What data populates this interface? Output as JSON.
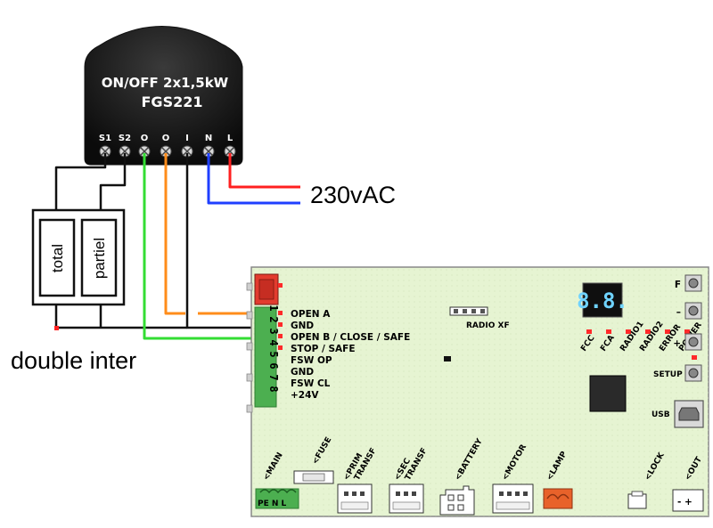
{
  "module": {
    "title": "ON/OFF 2x1,5kW",
    "model": "FGS221",
    "pins": [
      "S1",
      "S2",
      "O",
      "O",
      "I",
      "N",
      "L"
    ]
  },
  "supply_label": "230vAC",
  "switch": {
    "left_label": "total",
    "right_label": "partiel",
    "caption": "double inter"
  },
  "board": {
    "terminals": [
      {
        "num": "1",
        "label": "OPEN A"
      },
      {
        "num": "2",
        "label": "GND"
      },
      {
        "num": "3",
        "label": "OPEN B / CLOSE / SAFE"
      },
      {
        "num": "4",
        "label": "STOP / SAFE"
      },
      {
        "num": "5",
        "label": "FSW OP"
      },
      {
        "num": "6",
        "label": "GND"
      },
      {
        "num": "7",
        "label": "FSW CL"
      },
      {
        "num": "8",
        "label": "+24V"
      }
    ],
    "radio_label": "RADIO XF",
    "display_value": "8.8.",
    "status_leds": [
      "FCC",
      "FCA",
      "RADIO1",
      "RADIO2",
      "ERROR",
      "POWER"
    ],
    "buttons": [
      "F",
      "–",
      "+"
    ],
    "setup_label": "SETUP",
    "usb_label": "USB",
    "connectors": [
      {
        "line1": "<MAIN",
        "line2": ""
      },
      {
        "line1": "<FUSE",
        "line2": ""
      },
      {
        "line1": "<PRIM",
        "line2": "TRANSF"
      },
      {
        "line1": "<SEC",
        "line2": "TRANSF"
      },
      {
        "line1": "<BATTERY",
        "line2": ""
      },
      {
        "line1": "<MOTOR",
        "line2": ""
      },
      {
        "line1": "<LAMP",
        "line2": ""
      },
      {
        "line1": "<LOCK",
        "line2": ""
      },
      {
        "line1": "<OUT",
        "line2": ""
      }
    ],
    "main_pins": "PE N L",
    "out_pins": "- +"
  },
  "colors": {
    "live": "#ff2020",
    "neutral": "#1f3fff",
    "green_wire": "#33dd33",
    "orange_wire": "#ff8c1a",
    "board_fill": "#e6f4d2",
    "terminal_green": "#4caf50",
    "lamp_orange": "#e8622a"
  }
}
